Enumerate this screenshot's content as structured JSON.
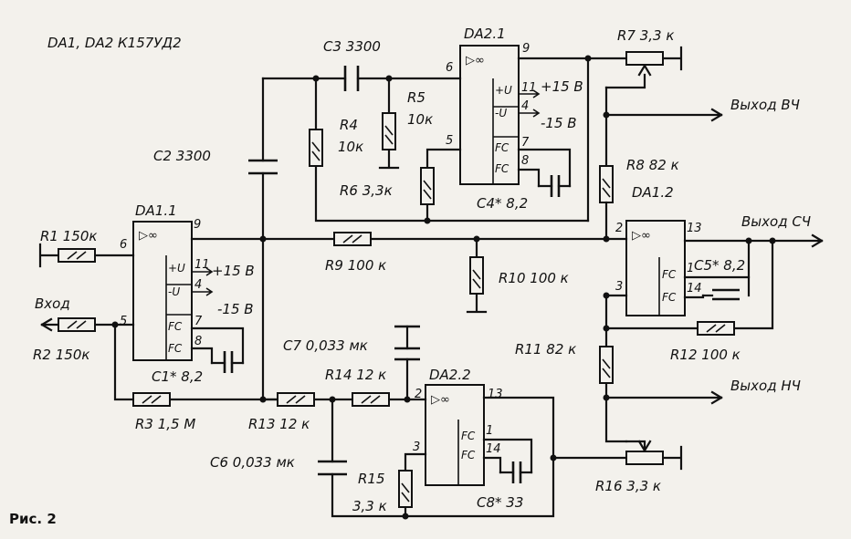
{
  "header": {
    "chips": "DA1, DA2 К157УД2"
  },
  "figure": {
    "caption": "Рис. 2"
  },
  "outputs": {
    "hf": "Выход ВЧ",
    "mf": "Выход СЧ",
    "lf": "Выход НЧ"
  },
  "input": {
    "label": "Вход"
  },
  "supplies": {
    "vpos": "+15 В",
    "vneg": "-15 В",
    "plus_u": "+U",
    "minus_u": "-U"
  },
  "opamps": {
    "da11": "DA1.1",
    "da12": "DA1.2",
    "da21": "DA2.1",
    "da22": "DA2.2",
    "sym": "▷∞",
    "fc": "FC"
  },
  "resistors": {
    "r1": "R1 150к",
    "r2": "R2 150к",
    "r3": "R3 1,5 М",
    "r4": "R4",
    "r4v": "10к",
    "r5": "R5",
    "r5v": "10к",
    "r6": "R6 3,3к",
    "r7": "R7 3,3 к",
    "r8": "R8 82 к",
    "r9": "R9 100 к",
    "r10": "R10 100 к",
    "r11": "R11 82 к",
    "r12": "R12 100 к",
    "r13": "R13 12 к",
    "r14": "R14 12 к",
    "r15": "R15",
    "r15v": "3,3 к",
    "r16": "R16 3,3 к"
  },
  "capacitors": {
    "c1": "С1* 8,2",
    "c2": "С2 3300",
    "c3": "С3 3300",
    "c4": "С4* 8,2",
    "c5": "С5* 8,2",
    "c6": "С6 0,033 мк",
    "c7": "С7 0,033 мк",
    "c8": "С8* 33"
  },
  "pins": {
    "p1": "1",
    "p2": "2",
    "p3": "3",
    "p4": "4",
    "p5": "5",
    "p6": "6",
    "p7": "7",
    "p8": "8",
    "p9": "9",
    "p11": "11",
    "p13": "13",
    "p14": "14"
  }
}
